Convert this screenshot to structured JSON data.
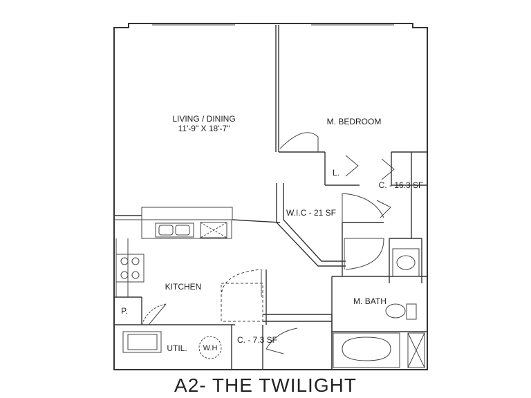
{
  "plan": {
    "caption": "A2- THE TWILIGHT",
    "rooms": {
      "living_name": "LIVING / DINING",
      "living_size": "11'-9\" X 18'-7\"",
      "bedroom": "M. BEDROOM",
      "linen": "L.",
      "closet": "C. - 16.3 SF",
      "wic": "W.I.C - 21 SF",
      "kitchen": "KITCHEN",
      "bath": "M. BATH",
      "pantry": "P.",
      "utility": "UTIL.",
      "water_heater": "W.H",
      "coat_closet": "C. - 7.3 SF"
    }
  }
}
